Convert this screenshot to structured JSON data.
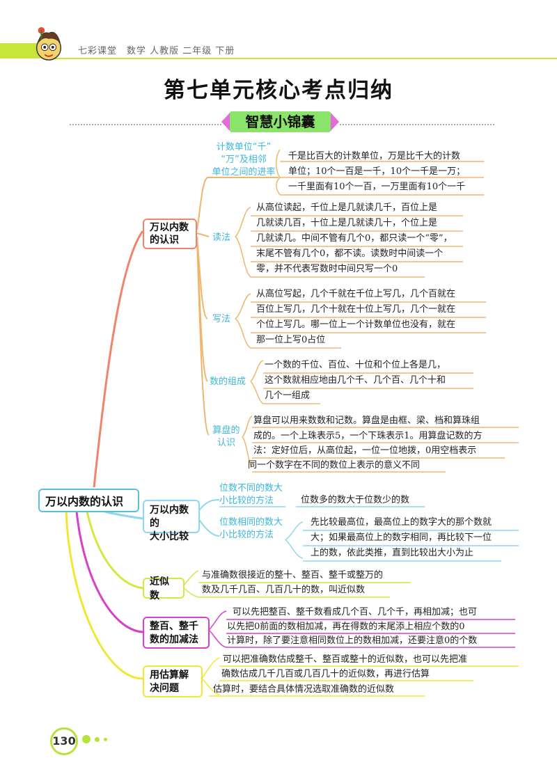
{
  "header": {
    "book": "七彩课堂　数学 人教版 二年级 下册"
  },
  "title": "第七单元核心考点归纳",
  "banner": "智慧小锦囊",
  "root": "万以内数的认识",
  "sections": {
    "s1": {
      "label": "万以内数的认识",
      "subs": {
        "unit": {
          "label_lines": [
            "计数单位“千”",
            "“万”及相邻",
            "单位之间的进率"
          ],
          "lines": [
            "千是比百大的计数单位，万是比千大的计数",
            "单位；10个一百是一千，10个一千是一万；",
            "一千里面有10个一百，一万里面有10个一千"
          ]
        },
        "read": {
          "label": "读法",
          "lines": [
            "从高位读起，千位上是几就读几千，百位上是",
            "几就读几百，十位上是几就读几十，个位上是",
            "几就读几。中间不管有几个0，都只读一个“零”，",
            "末尾不管有几个0，都不读。读数时中间读一个",
            "零，并不代表写数时中间只写一个0"
          ]
        },
        "write": {
          "label": "写法",
          "lines": [
            "从高位写起，几个千就在千位上写几，几个百就在",
            "百位上写几，几个十就在十位上写几，几个一就在",
            "个位上写几。哪一位上一个计数单位也没有，就在",
            "那一位上写0占位"
          ]
        },
        "compose": {
          "label": "数的组成",
          "lines": [
            "一个数的千位、百位、十位和个位上各是几，",
            "这个数就相应地由几个千、几个百、几个十和",
            "几个一组成"
          ]
        },
        "abacus": {
          "label_lines": [
            "算盘的",
            "认识"
          ],
          "lines": [
            "算盘可以用来数数和记数。算盘是由框、梁、档和算珠组",
            "成的。一个上珠表示5，一个下珠表示1。用算盘记数的方",
            "法：定好位后，从高位起，一位一位地拨，0用空档表示",
            "同一个数字在不同的数位上表示的意义不同"
          ]
        }
      }
    },
    "s2": {
      "label_lines": [
        "万以内数的",
        "大小比较"
      ],
      "subs": {
        "diff": {
          "label_lines": [
            "位数不同的数大",
            "小比较的方法"
          ],
          "lines": [
            "位数多的数大于位数少的数"
          ]
        },
        "same": {
          "label_lines": [
            "位数相同的数大",
            "小比较的方法"
          ],
          "lines": [
            "先比较最高位，最高位上的数字大的那个数就",
            "大；如果最高位上的数字相同，再比较下一位",
            "上的数，依此类推，直到比较出大小为止"
          ]
        }
      }
    },
    "s3": {
      "label": "近似数",
      "lines": [
        "与准确数很接近的整十、整百、整千或整万的",
        "数及几千几百、几百几十的数，叫近似数"
      ]
    },
    "s4": {
      "label_lines": [
        "整百、整千",
        "数的加减法"
      ],
      "lines": [
        "可以先把整百、整千数看成几个百、几个千，再相加减；也可",
        "以先把0前面的数相加减，再在得数的末尾添上相应个数的0",
        "计算时，除了要注意相同数位上的数相加减，还要注意0的个数"
      ]
    },
    "s5": {
      "label_lines": [
        "用估算解",
        "决问题"
      ],
      "lines": [
        "可以把准确数估成整千、整百或整十的近似数，也可以先把准",
        "确数估成几千几百或几百几十的近似数，再进行估算",
        "估算时，要结合具体情况选取准确数的近似数"
      ]
    }
  },
  "page_number": "130",
  "colors": {
    "green": "#c8e63a",
    "s1": "#f0846b",
    "s2": "#8fd6f0",
    "s3": "#d6e640",
    "s4": "#d93fc8",
    "s5": "#f0e830",
    "sub_text": "#3ab7dc"
  }
}
